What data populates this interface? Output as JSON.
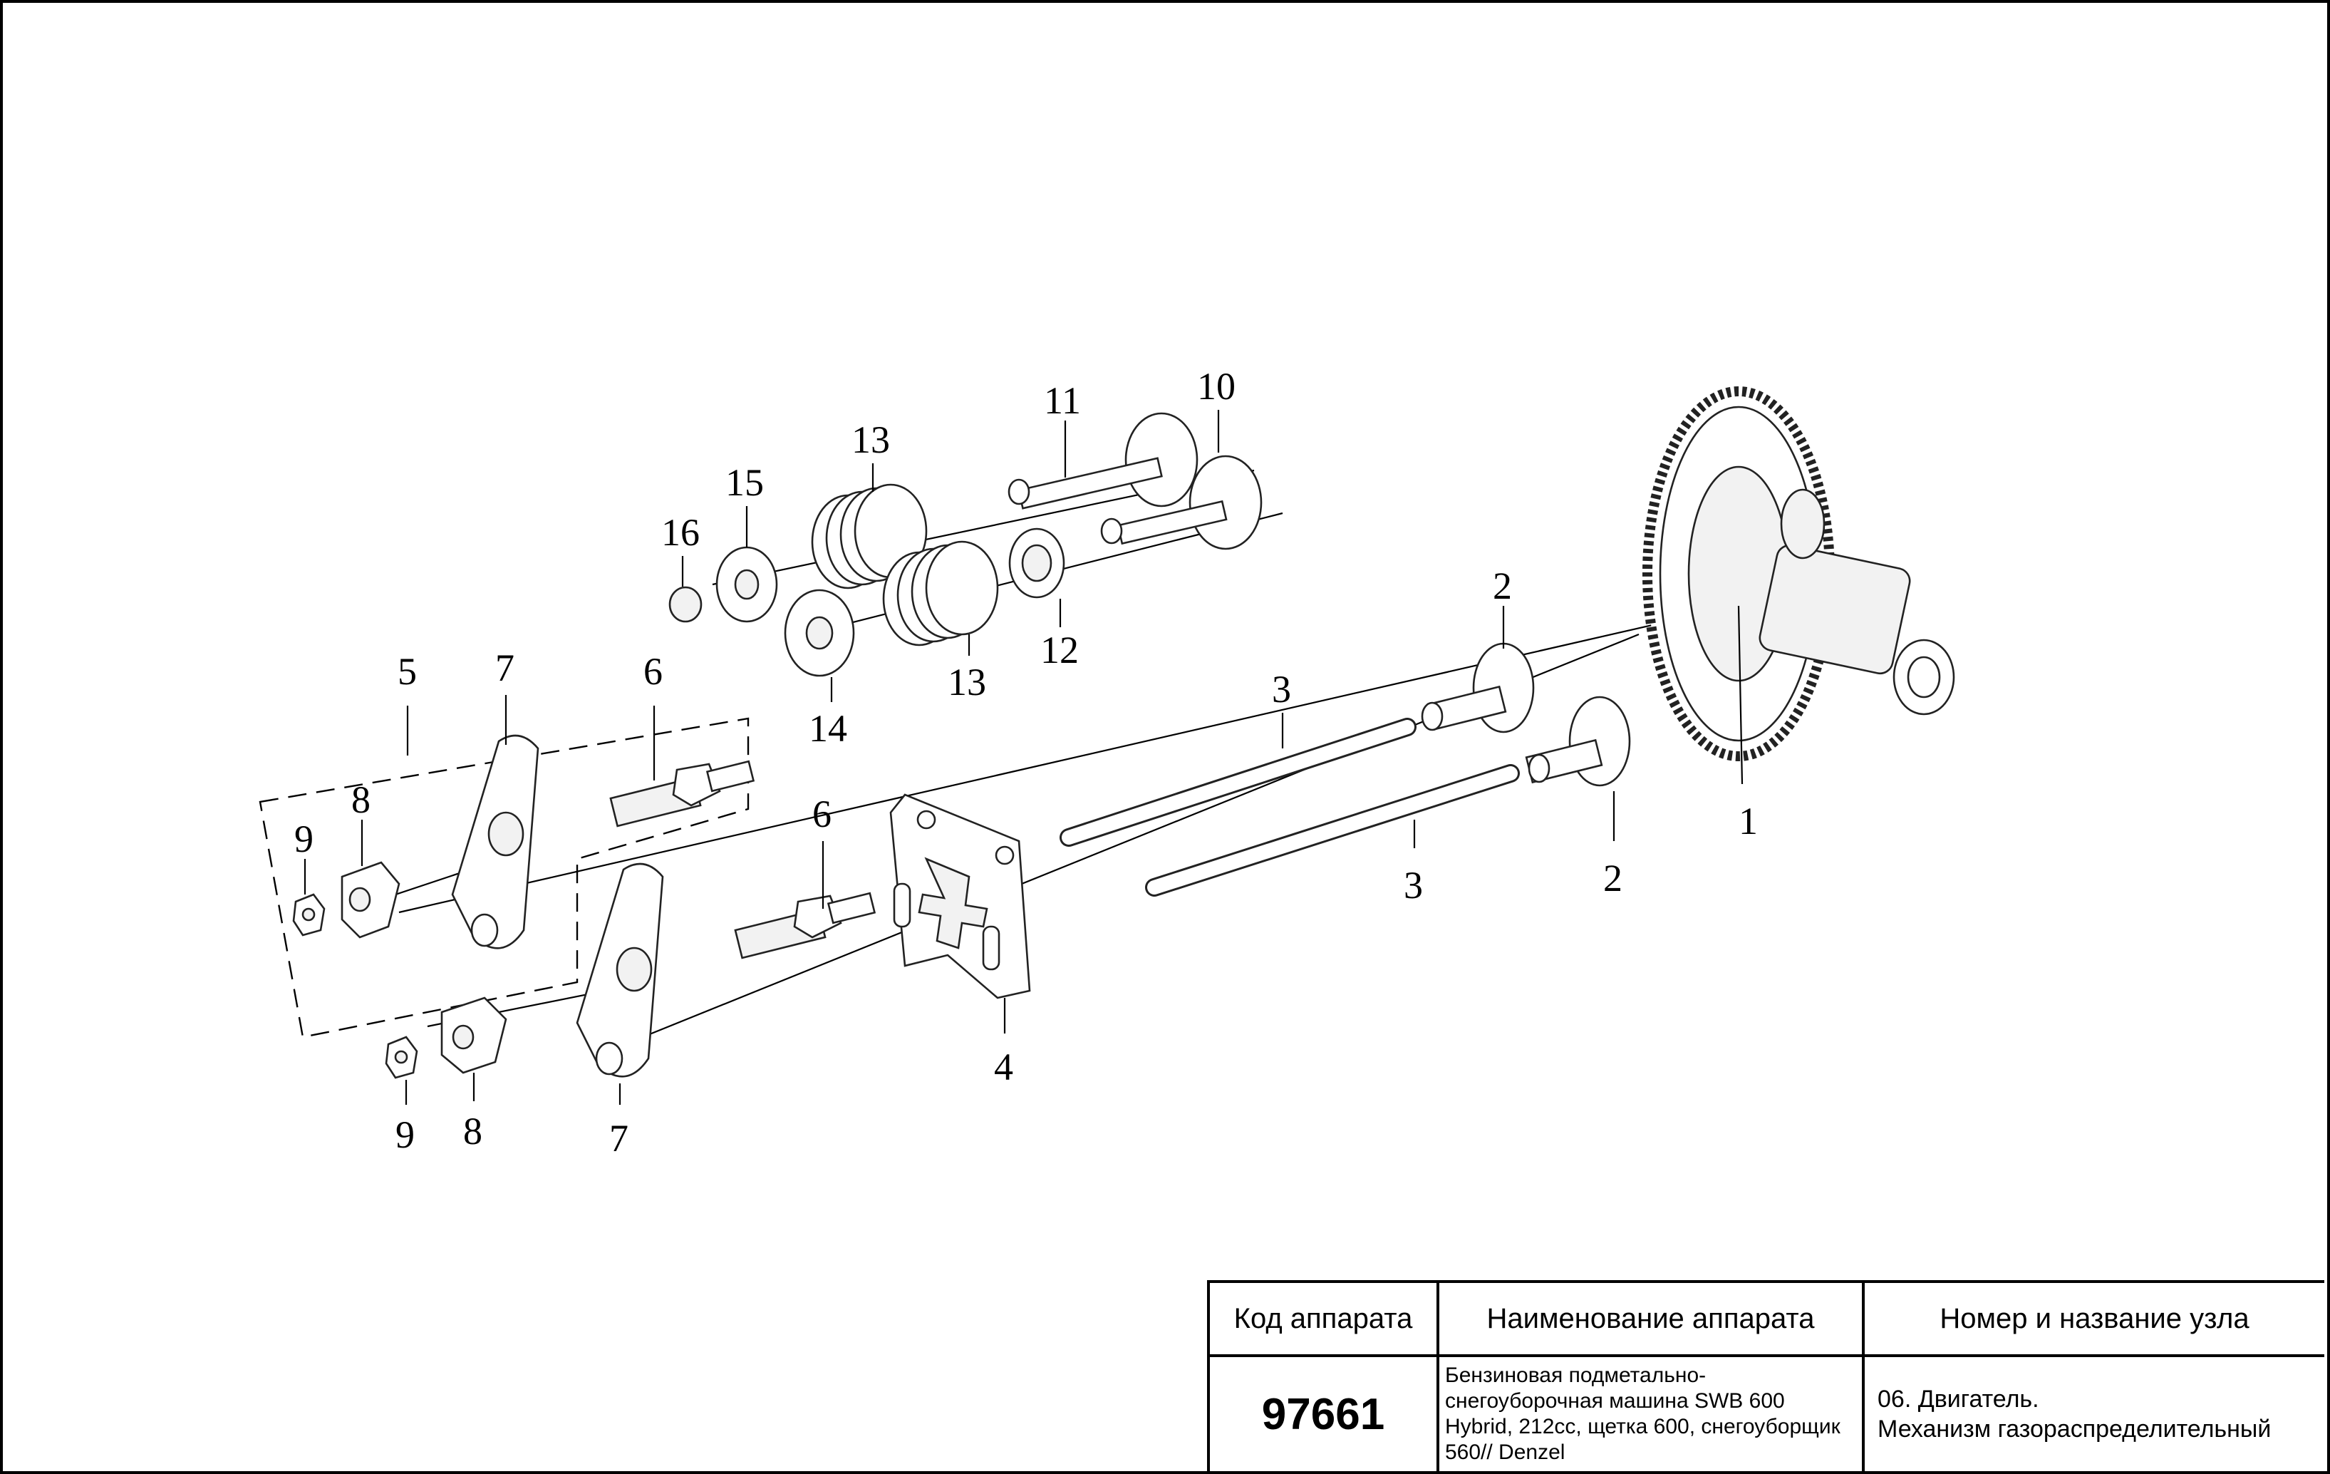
{
  "callouts": {
    "c1": "1",
    "c2a": "2",
    "c2b": "2",
    "c3a": "3",
    "c3b": "3",
    "c4": "4",
    "c5": "5",
    "c6a": "6",
    "c6b": "6",
    "c7a": "7",
    "c7b": "7",
    "c8a": "8",
    "c8b": "8",
    "c9a": "9",
    "c9b": "9",
    "c10": "10",
    "c11": "11",
    "c12": "12",
    "c13a": "13",
    "c13b": "13",
    "c14": "14",
    "c15": "15",
    "c16": "16"
  },
  "title_block": {
    "header_code": "Код аппарата",
    "header_name": "Наименование аппарата",
    "header_node": "Номер и название узла",
    "code": "97661",
    "name": "Бензиновая подметально-снегоуборочная машина SWB 600 Hybrid, 212cc, щетка 600, снегоуборщик 560// Denzel",
    "node": "06. Двигатель.\nМеханизм  газораспределительный"
  }
}
